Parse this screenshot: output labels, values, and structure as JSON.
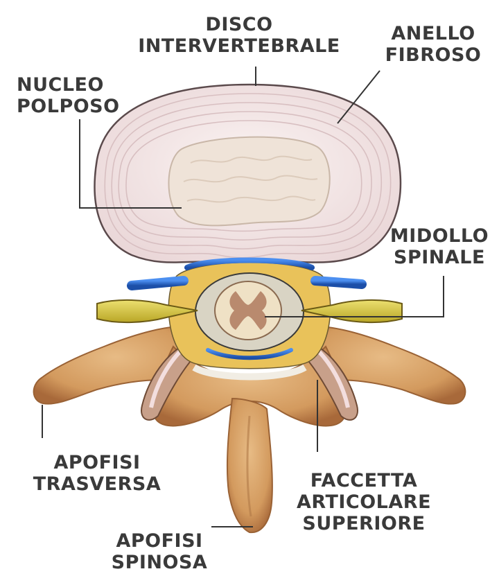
{
  "labels": {
    "disco": [
      "DISCO",
      "INTERVERTEBRALE"
    ],
    "anello": [
      "ANELLO",
      "FIBROSO"
    ],
    "nucleo": [
      "NUCLEO",
      "POLPOSO"
    ],
    "midollo": [
      "MIDOLLO",
      "SPINALE"
    ],
    "apofisi_trasversa": [
      "APOFISI",
      "TRASVERSA"
    ],
    "faccetta": [
      "FACCETTA",
      "ARTICOLARE",
      "SUPERIORE"
    ],
    "apofisi_spinosa": [
      "APOFISI",
      "SPINOSA"
    ]
  },
  "colors": {
    "disc_fill": "#f6ecec",
    "disc_rings": "#d9c2c4",
    "nucleus": "#efe2d6",
    "bone": "#d9a46a",
    "bone_shadow": "#a86c3a",
    "nerve": "#d6c43c",
    "vessel": "#2f6fd0",
    "fat": "#e6b93a",
    "cord": "#efe1c5",
    "cord_grey": "#b98a6e",
    "text": "#3a3a3a",
    "leader": "#333333"
  }
}
